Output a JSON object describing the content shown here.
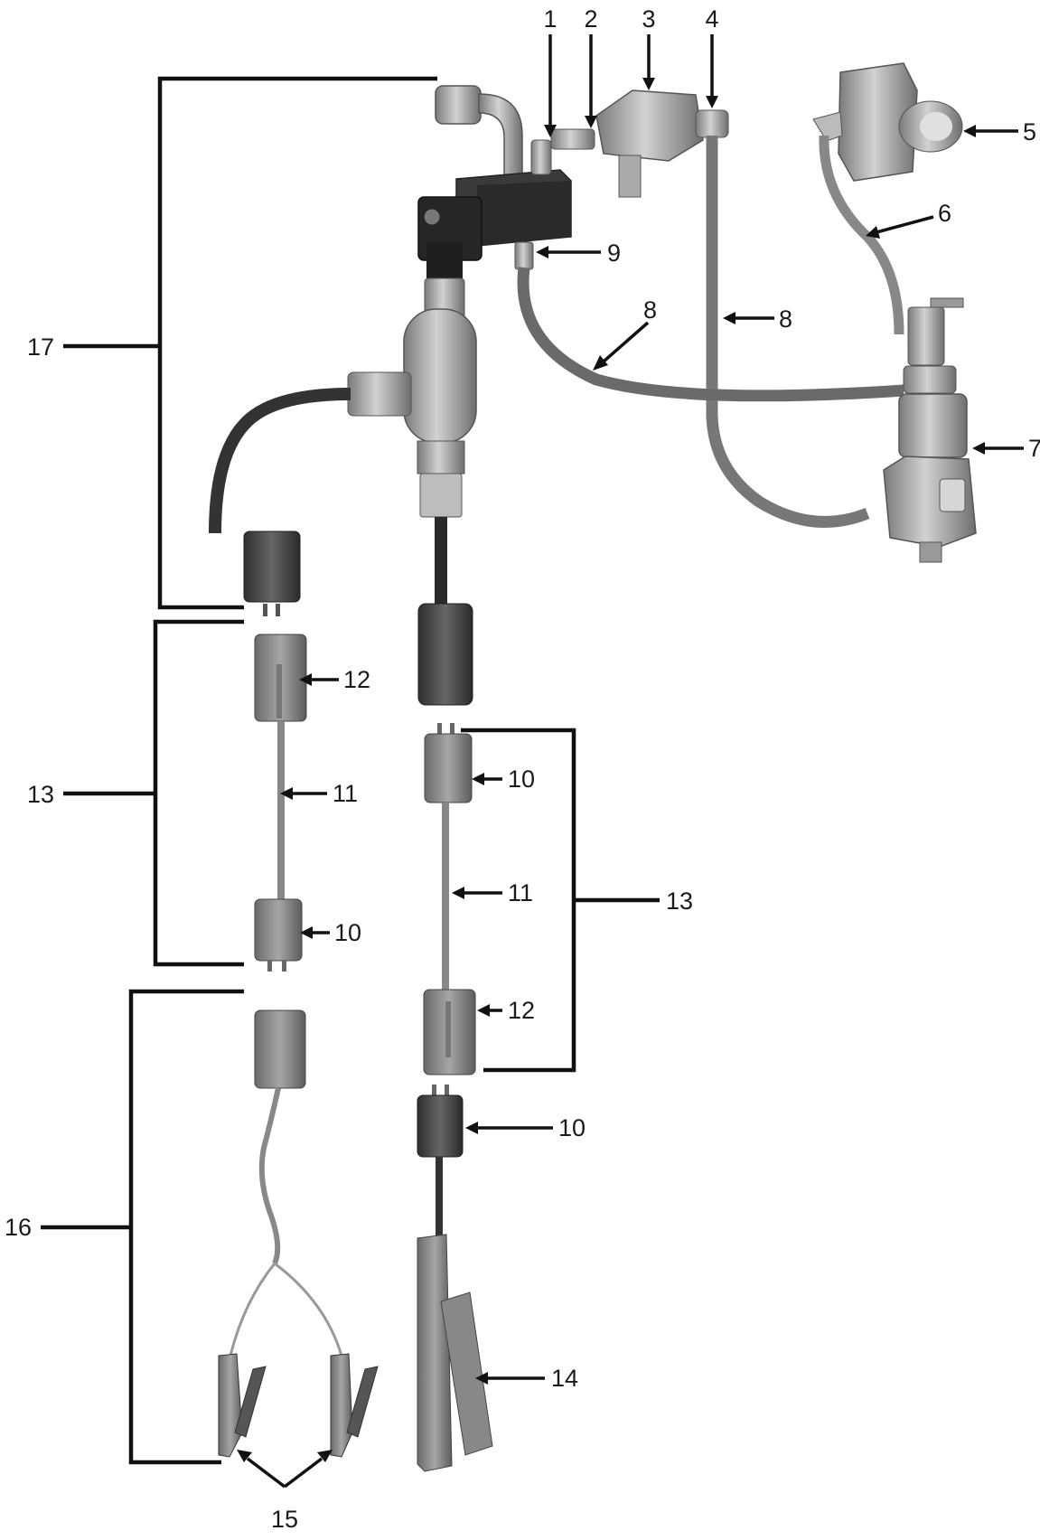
{
  "callouts": {
    "c1": "1",
    "c2": "2",
    "c3": "3",
    "c4": "4",
    "c5": "5",
    "c6": "6",
    "c7": "7",
    "c8a": "8",
    "c8b": "8",
    "c9": "9",
    "c10a": "10",
    "c10b": "10",
    "c10c": "10",
    "c11a": "11",
    "c11b": "11",
    "c12a": "12",
    "c12b": "12",
    "c13a": "13",
    "c13b": "13",
    "c14": "14",
    "c15": "15",
    "c16": "16",
    "c17": "17"
  },
  "colors": {
    "ink": "#111111",
    "part_dark": "#4a4a4a",
    "part_mid": "#8c8c8c",
    "part_light": "#c4c4c4",
    "background": "#ffffff"
  }
}
